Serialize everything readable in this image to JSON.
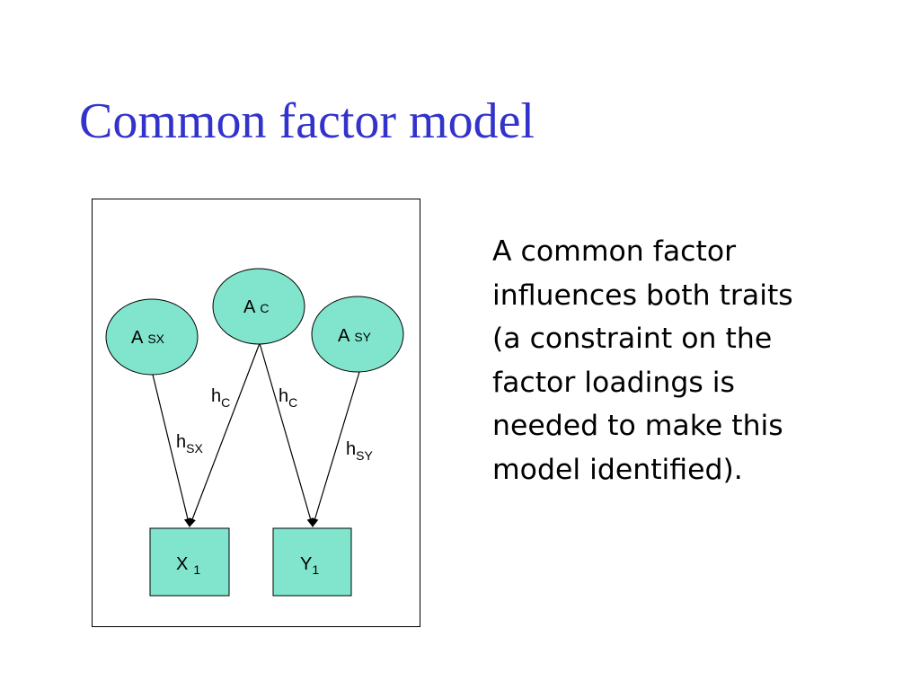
{
  "slide": {
    "title": "Common factor model",
    "body_lines": [
      "A common factor",
      "influences both traits",
      "(a constraint on the",
      "factor loadings is",
      "needed to make this",
      "model identified)."
    ]
  },
  "colors": {
    "title": "#3333cc",
    "node_fill": "#80e5cc",
    "stroke": "#000000"
  },
  "diagram": {
    "latent": {
      "asx": {
        "main": "A",
        "sub": "SX"
      },
      "ac": {
        "main": "A",
        "sub": "C"
      },
      "asy": {
        "main": "A",
        "sub": "SY"
      }
    },
    "observed": {
      "x1": {
        "main": "X",
        "sub": "1"
      },
      "y1": {
        "main": "Y",
        "sub": "1"
      }
    },
    "paths": {
      "hc_left": {
        "main": "h",
        "sub": "C"
      },
      "hc_right": {
        "main": "h",
        "sub": "C"
      },
      "hsx": {
        "main": "h",
        "sub": "SX"
      },
      "hsy": {
        "main": "h",
        "sub": "SY"
      }
    }
  }
}
